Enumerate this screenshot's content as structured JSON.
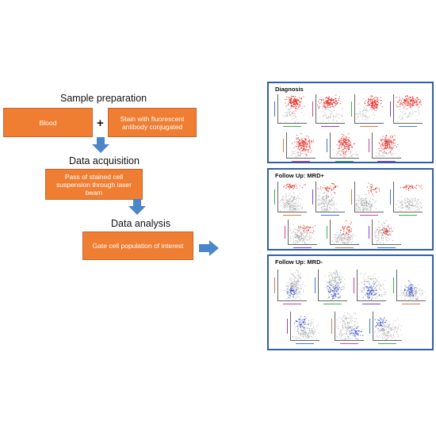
{
  "workflow": {
    "sample_title": "Sample preparation",
    "blood_label": "Blood",
    "plus_sign": "+",
    "stain_label": "Stain with fluorescent antibody conjugated",
    "acquisition_title": "Data acquisition",
    "pass_label": "Pass of stained cell suspension through laser beam",
    "analysis_title": "Data analysis",
    "gate_label": "Gate cell population of interest"
  },
  "panels": {
    "diagnosis_title": "Diagnosis",
    "mrd_pos_title": "Follow Up: MRD+",
    "mrd_neg_title": "Follow Up: MRD-"
  },
  "colors": {
    "orange": "#ef7d32",
    "arrow_blue": "#4a86c8",
    "panel_border": "#2f5fa8",
    "event_red": "#e8231c",
    "event_blue": "#2443d6",
    "event_gray": "#8c8c8c"
  }
}
